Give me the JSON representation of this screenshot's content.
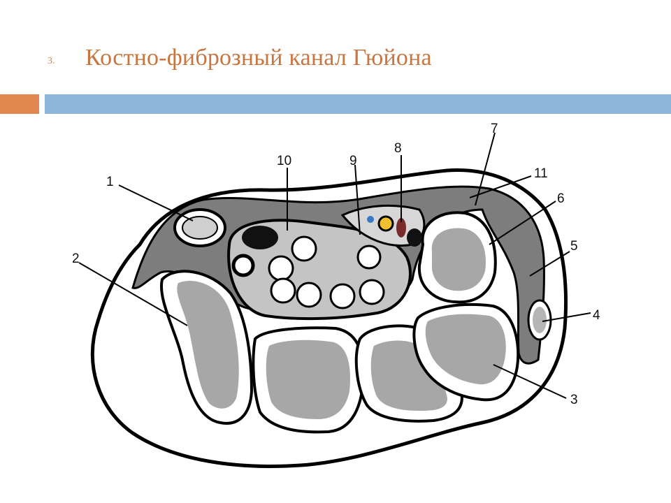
{
  "slide": {
    "number": "3.",
    "title": "Костно-фиброзный канал Гюйона"
  },
  "colors": {
    "accent_orange": "#e08850",
    "accent_blue": "#8fb4d9",
    "title_text": "#c8753f"
  },
  "diagram": {
    "callouts": [
      "1",
      "2",
      "3",
      "4",
      "5",
      "6",
      "7",
      "8",
      "9",
      "10",
      "11"
    ]
  }
}
